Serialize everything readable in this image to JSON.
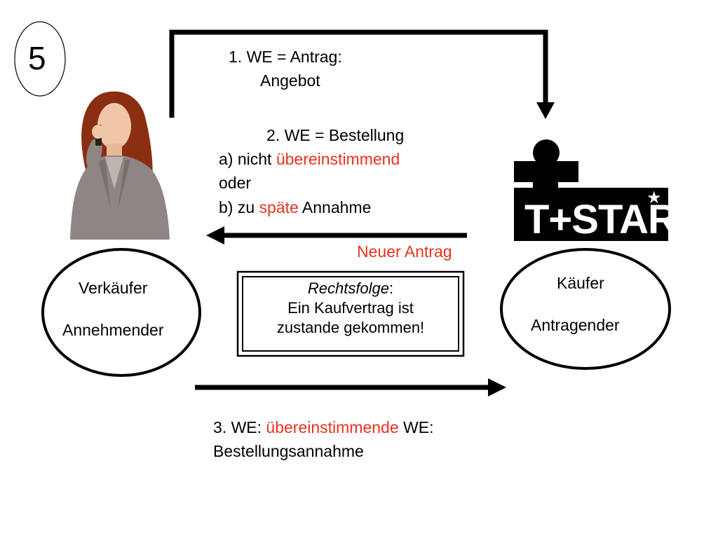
{
  "slide": {
    "number": "5"
  },
  "step1": {
    "line1": "1. WE = Antrag:",
    "line2": "Angebot"
  },
  "step2": {
    "title": "2. WE = Bestellung",
    "a_prefix": "a) nicht ",
    "a_highlight": "übereinstimmend",
    "oder": "oder",
    "b_prefix": "b) zu ",
    "b_highlight": "späte",
    "b_suffix": " Annahme",
    "new_offer": "Neuer Antrag"
  },
  "seller": {
    "role": "Verkäufer",
    "sub": "Annehmender"
  },
  "buyer": {
    "role": "Käufer",
    "sub": "Antragender"
  },
  "result": {
    "label": "Rechtsfolge",
    "colon": ":",
    "line2": "Ein Kaufvertrag ist",
    "line3": "zustande gekommen!"
  },
  "step3": {
    "prefix": "3. WE: ",
    "highlight": "übereinstimmende",
    "suffix": " WE:",
    "line2": "Bestellungsannahme"
  },
  "logo": {
    "text": "T+STAR",
    "star": "★"
  },
  "colors": {
    "highlight": "#e8321e",
    "ink": "#000000"
  }
}
